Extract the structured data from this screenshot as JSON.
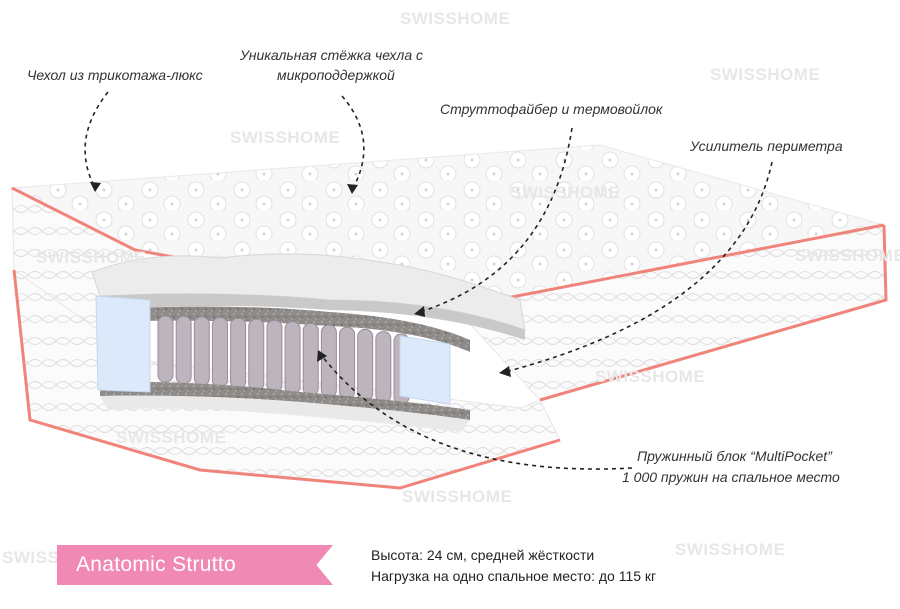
{
  "watermark": "SWISSHOME",
  "callouts": {
    "cover": "Чехол из трикотажа-люкс",
    "stitch_line1": "Уникальная стёжка чехла с",
    "stitch_line2": "микроподдержкой",
    "fiber": "Струттофайбер и термовойлок",
    "perimeter": "Усилитель периметра",
    "spring_line1": "Пружинный блок “MultiPocket”",
    "spring_line2": "1 000 пружин на спальное место"
  },
  "product": {
    "name": "Anatomic Strutto",
    "spec_height": "Высота: 24 см, средней жёсткости",
    "spec_load": "Нагрузка на одно спальное место: до 115 кг"
  },
  "colors": {
    "badge": "#f08ab5",
    "piping": "#f0837a",
    "foam": "#dbe9fa",
    "spring": "#bdb4bd"
  }
}
